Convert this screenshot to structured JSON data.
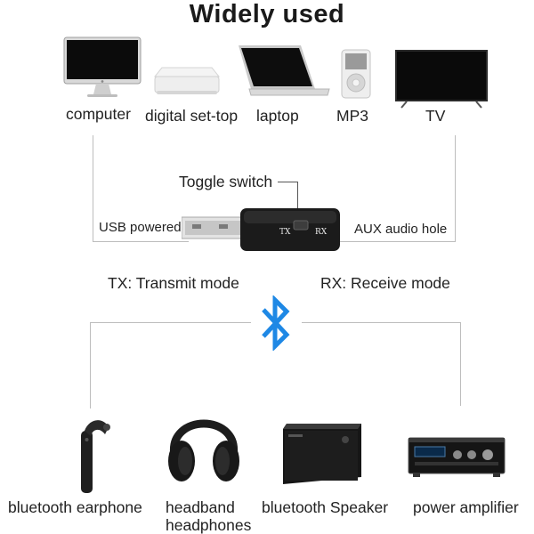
{
  "title": "Widely used",
  "top_devices": [
    "computer",
    "digital set-top",
    "laptop",
    "MP3",
    "TV"
  ],
  "adapter": {
    "toggle_label": "Toggle switch",
    "usb_label": "USB powered",
    "aux_label": "AUX audio hole",
    "switch_tx": "TX",
    "switch_rx": "RX"
  },
  "modes": {
    "tx": "TX: Transmit mode",
    "rx": "RX: Receive mode"
  },
  "bluetooth_icon": "bluetooth-icon",
  "bottom_devices": [
    "bluetooth earphone",
    "headband\nheadphones",
    "bluetooth Speaker",
    "power amplifier"
  ],
  "colors": {
    "bluetooth": "#1e88e5",
    "device_dark": "#1b1b1b",
    "connector_line": "#bdbdbd"
  }
}
